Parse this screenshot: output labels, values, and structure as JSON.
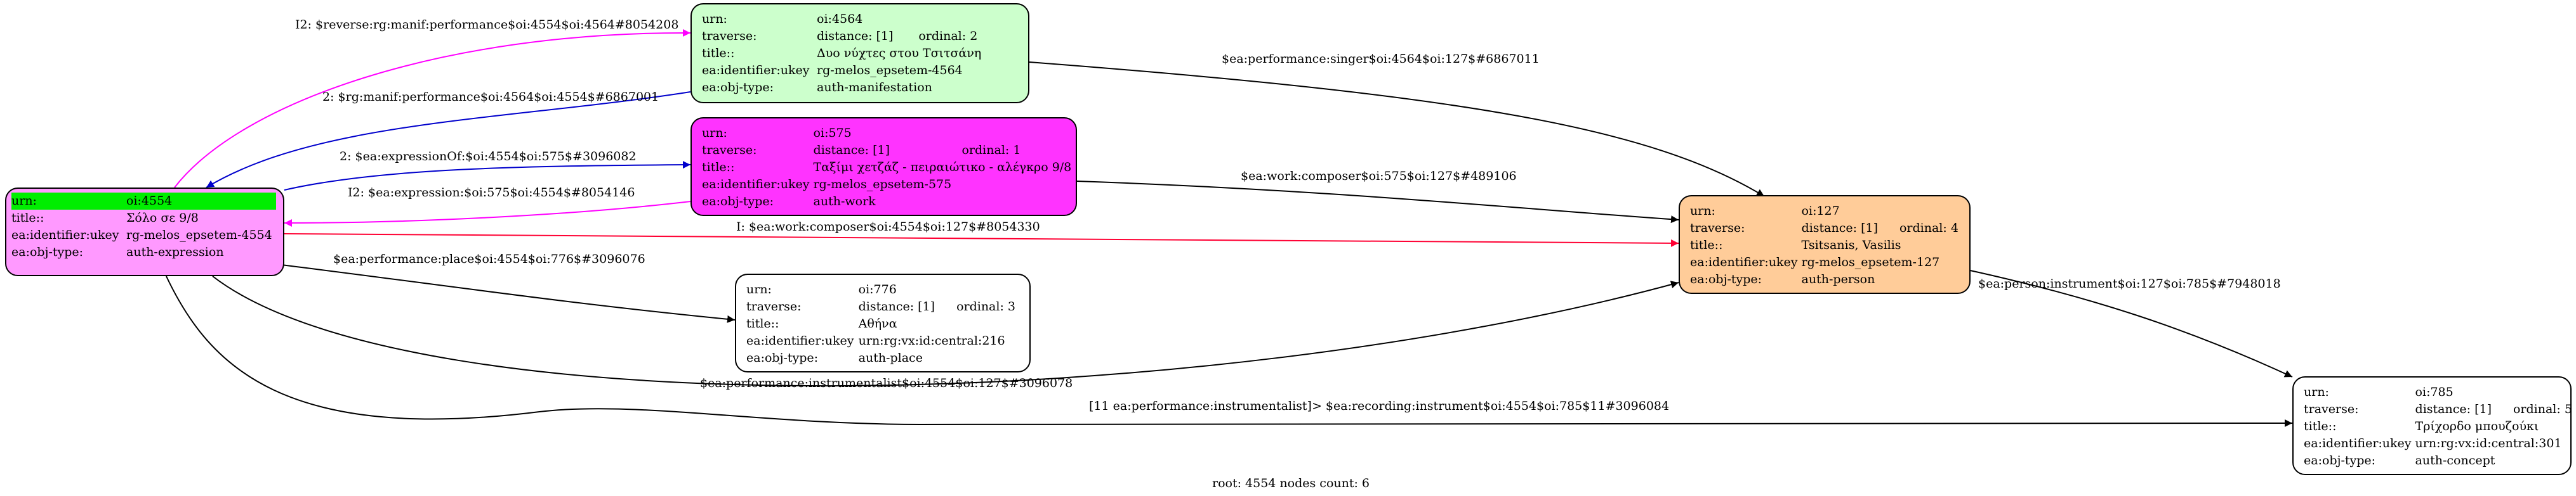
{
  "nodes": {
    "n4554": {
      "color": "#ff99ff",
      "rows": [
        {
          "k": "urn:",
          "v": "oi:4554"
        },
        {
          "k": "title::",
          "v": "Σόλο σε 9/8"
        },
        {
          "k": "ea:identifier:ukey",
          "v": "rg-melos_epsetem-4554"
        },
        {
          "k": "ea:obj-type:",
          "v": "auth-expression"
        }
      ]
    },
    "n4564": {
      "color": "#ccffcc",
      "rows": [
        {
          "k": "urn:",
          "v": "oi:4564"
        },
        {
          "k": "traverse:",
          "v": "distance: [1]",
          "extra": "ordinal: 2"
        },
        {
          "k": "title::",
          "v": "Δυο νύχτες στου Τσιτσάνη"
        },
        {
          "k": "ea:identifier:ukey",
          "v": "rg-melos_epsetem-4564"
        },
        {
          "k": "ea:obj-type:",
          "v": "auth-manifestation"
        }
      ]
    },
    "n575": {
      "color": "#ff33ff",
      "rows": [
        {
          "k": "urn:",
          "v": "oi:575"
        },
        {
          "k": "traverse:",
          "v": "distance: [1]",
          "extra": "ordinal: 1"
        },
        {
          "k": "title::",
          "v": "Ταξίμι χετζάζ - πειραιώτικο - αλέγκρο 9/8"
        },
        {
          "k": "ea:identifier:ukey",
          "v": "rg-melos_epsetem-575"
        },
        {
          "k": "ea:obj-type:",
          "v": "auth-work"
        }
      ]
    },
    "n776": {
      "color": "#ffffff",
      "rows": [
        {
          "k": "urn:",
          "v": "oi:776"
        },
        {
          "k": "traverse:",
          "v": "distance: [1]",
          "extra": "ordinal: 3"
        },
        {
          "k": "title::",
          "v": "Αθήνα"
        },
        {
          "k": "ea:identifier:ukey",
          "v": "urn:rg:vx:id:central:216"
        },
        {
          "k": "ea:obj-type:",
          "v": "auth-place"
        }
      ]
    },
    "n127": {
      "color": "#ffcc99",
      "rows": [
        {
          "k": "urn:",
          "v": "oi:127"
        },
        {
          "k": "traverse:",
          "v": "distance: [1]",
          "extra": "ordinal: 4"
        },
        {
          "k": "title::",
          "v": "Tsitsanis, Vasilis"
        },
        {
          "k": "ea:identifier:ukey",
          "v": "rg-melos_epsetem-127"
        },
        {
          "k": "ea:obj-type:",
          "v": "auth-person"
        }
      ]
    },
    "n785": {
      "color": "#ffffff",
      "rows": [
        {
          "k": "urn:",
          "v": "oi:785"
        },
        {
          "k": "traverse:",
          "v": "distance: [1]",
          "extra": "ordinal: 5"
        },
        {
          "k": "title::",
          "v": "Τρίχορδο μπουζούκι"
        },
        {
          "k": "ea:identifier:ukey",
          "v": "urn:rg:vx:id:central:301"
        },
        {
          "k": "ea:obj-type:",
          "v": "auth-concept"
        }
      ]
    }
  },
  "edges": {
    "e1": {
      "label": "I2: $reverse:rg:manif:performance$oi:4554$oi:4564#8054208",
      "color": "#ff00ff"
    },
    "e2": {
      "label": "2: $rg:manif:performance$oi:4564$oi:4554$#6867001",
      "color": "#0000cc"
    },
    "e3": {
      "label": "$ea:performance:singer$oi:4564$oi:127$#6867011",
      "color": "#000000"
    },
    "e4": {
      "label": "2: $ea:expressionOf:$oi:4554$oi:575$#3096082",
      "color": "#0000cc"
    },
    "e5": {
      "label": "I2: $ea:expression:$oi:575$oi:4554$#8054146",
      "color": "#ff00ff"
    },
    "e6": {
      "label": "$ea:work:composer$oi:575$oi:127$#489106",
      "color": "#000000"
    },
    "e7": {
      "label": "I: $ea:work:composer$oi:4554$oi:127$#8054330",
      "color": "#ff0033"
    },
    "e8": {
      "label": "$ea:performance:place$oi:4554$oi:776$#3096076",
      "color": "#000000"
    },
    "e9": {
      "label": "$ea:performance:instrumentalist$oi:4554$oi:127$#3096078",
      "color": "#000000"
    },
    "e10": {
      "label": "[11 ea:performance:instrumentalist]> $ea:recording:instrument$oi:4554$oi:785$11#3096084",
      "color": "#000000"
    },
    "e11": {
      "label": "$ea:person:instrument$oi:127$oi:785$#7948018",
      "color": "#000000"
    }
  },
  "footer": "root: 4554 nodes count: 6"
}
